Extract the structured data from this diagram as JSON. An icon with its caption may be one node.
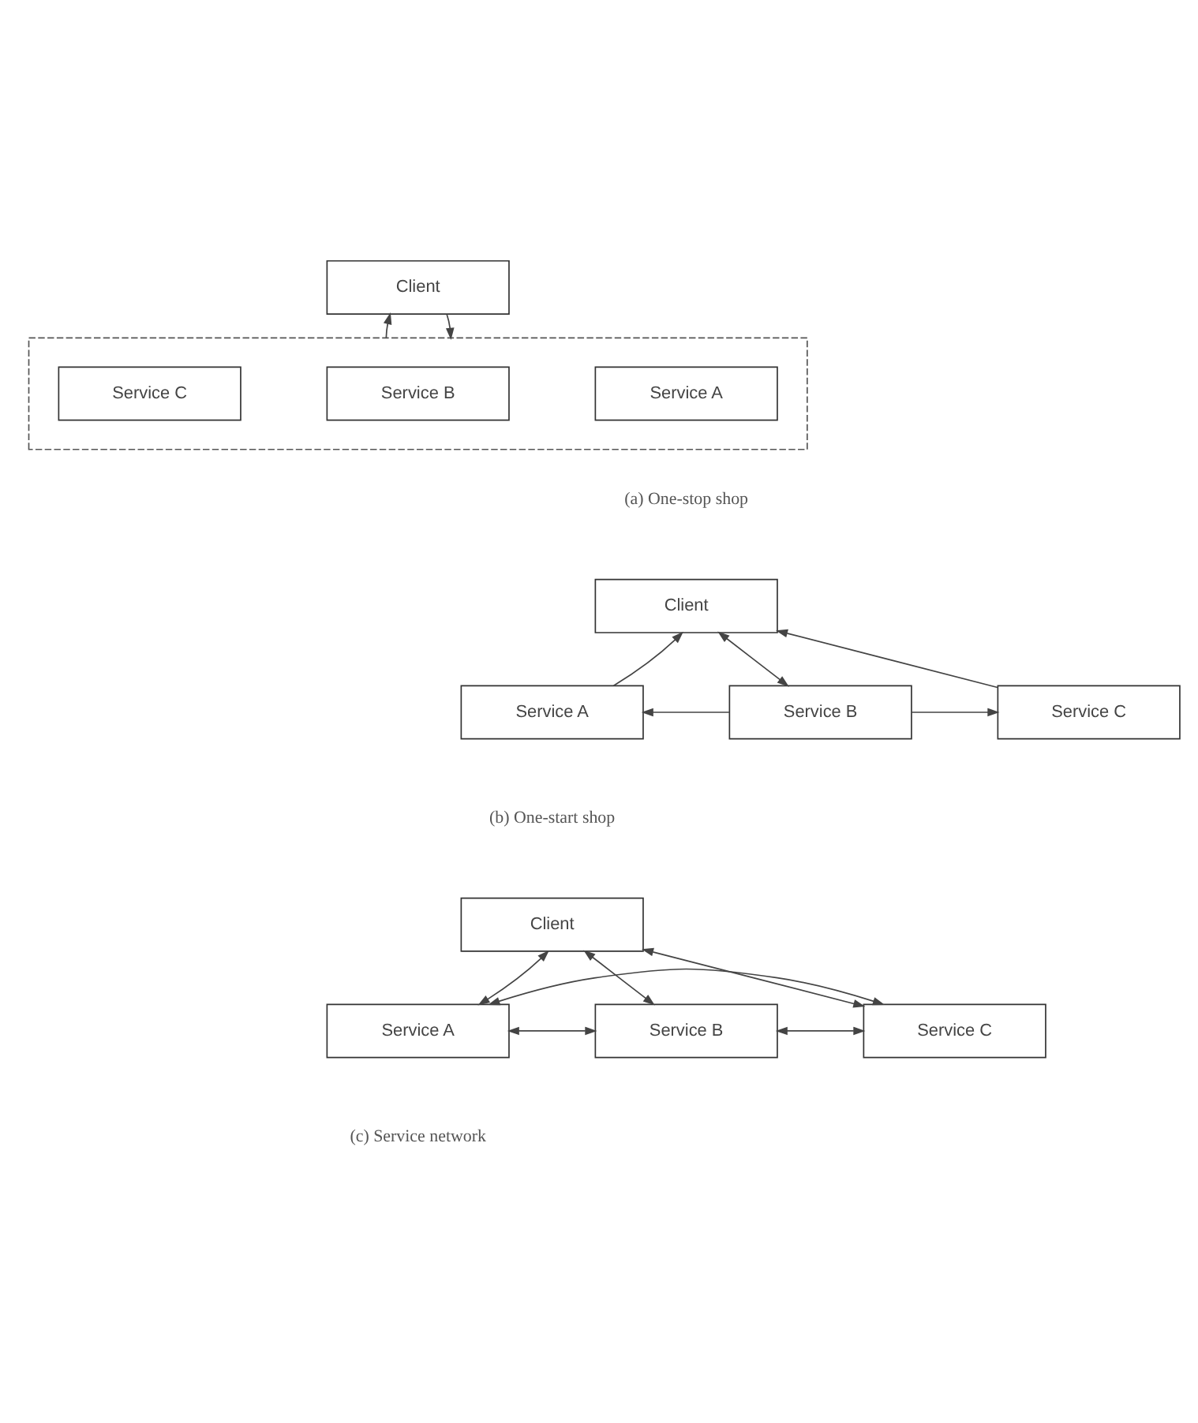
{
  "diagram": {
    "nodes": [
      {
        "text": [
          "Client"
        ]
      },
      {
        "text": [],
        "shape": "box"
      },
      {
        "text": [
          "Service A"
        ],
        "in": 1
      },
      {
        "text": [
          "Service B"
        ],
        "in": 1
      },
      {
        "text": [
          "Service C"
        ],
        "in": 1
      },
      {
        "text": [
          "Client"
        ]
      },
      {
        "text": [
          "Service A"
        ]
      },
      {
        "text": [
          "Service B"
        ]
      },
      {
        "text": [
          "Service C"
        ]
      },
      {
        "text": [
          "Client"
        ]
      },
      {
        "text": [
          "Service A"
        ]
      },
      {
        "text": [
          "Service B"
        ]
      },
      {
        "text": [
          "Service C"
        ]
      }
    ],
    "edges": [
      {
        "from": 1,
        "to": 0,
        "arrow": "to"
      },
      {
        "from": 0,
        "to": 1,
        "arrow": "to"
      },
      {
        "from": 6,
        "to": 5,
        "arrow": "to"
      },
      {
        "from": 7,
        "to": 5,
        "arrow": "both"
      },
      {
        "from": 8,
        "to": 5,
        "arrow": "to"
      },
      {
        "from": 7,
        "to": 6,
        "arrow": "to"
      },
      {
        "from": 7,
        "to": 8,
        "arrow": "to"
      },
      {
        "from": 9,
        "to": 10,
        "arrow": "both"
      },
      {
        "from": 9,
        "to": 11,
        "arrow": "both"
      },
      {
        "from": 9,
        "to": 12,
        "arrow": "both"
      },
      {
        "from": 10,
        "to": 11,
        "arrow": "both"
      },
      {
        "from": 11,
        "to": 12,
        "arrow": "both"
      },
      {
        "from": 10,
        "to": 12,
        "arrow": "both"
      }
    ],
    "labels": [
      "(a) One-stop shop",
      "(b) One-start shop",
      "(c) Service network"
    ]
  }
}
